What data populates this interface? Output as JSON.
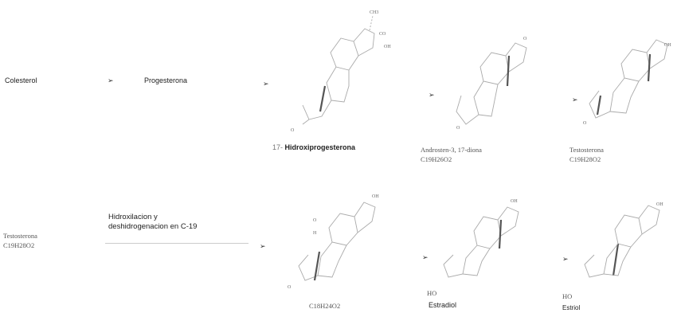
{
  "row1": {
    "start": "Colesterol",
    "step1": "Progesterona",
    "compound1_name": "17-Hidroxiprogesterona",
    "compound1_prefix": "17-",
    "compound1_label": "Hidroxiprogesterona",
    "compound2_name": "Androsten-3, 17-diona",
    "compound2_formula": "C19H26O2",
    "compound3_name": "Testosterona",
    "compound3_formula": "C19H28O2"
  },
  "row2": {
    "start_name": "Testosterona",
    "start_formula": "C19H28O2",
    "process_line1": "Hidroxilacion y",
    "process_line2": "deshidrogenacion en C-19",
    "compound1_formula": "C18H24O2",
    "compound2_name": "Estradiol",
    "compound3_name": "Estriol"
  },
  "arrow_glyph": "➢",
  "atoms": {
    "ch3": "CH3",
    "co": "CO",
    "oh": "OH",
    "o": "O",
    "ho": "HO",
    "h": "H"
  }
}
